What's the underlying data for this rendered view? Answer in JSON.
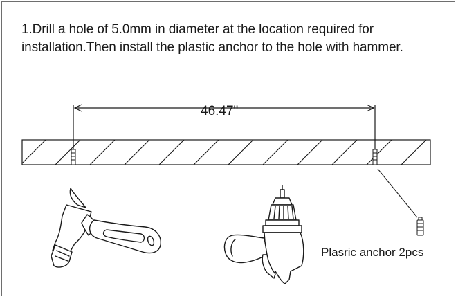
{
  "instruction": {
    "text": "1.Drill a hole of 5.0mm in diameter at the location required for installation.Then install the plastic anchor to the hole with hammer."
  },
  "measurement": {
    "label": "46.47\""
  },
  "anchor": {
    "label": "Plasric anchor 2pcs"
  },
  "icons": [
    "hammer-icon",
    "drill-icon",
    "plastic-anchor-icon"
  ],
  "colors": {
    "line": "#1a1a1a",
    "frame": "#6e6e6e"
  }
}
